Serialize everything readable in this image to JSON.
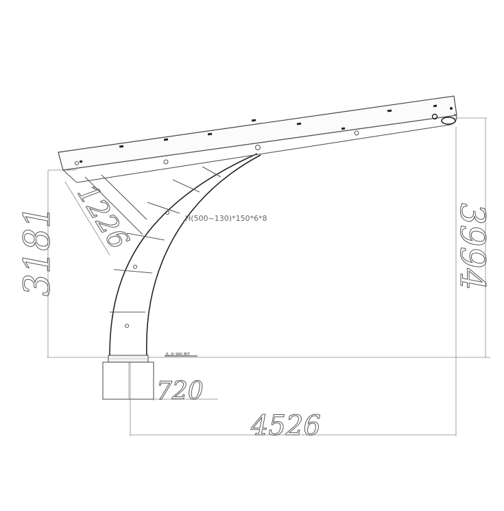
{
  "dimensions": {
    "height_left": "3181",
    "height_right": "3994",
    "brace_length": "1226",
    "base_width": "720",
    "overall_width": "4526"
  },
  "annotations": {
    "section_spec": "H(500~130)*150*6*8",
    "base_note": "JL.B.999.MIT"
  },
  "colors": {
    "line": "#555555",
    "dim_line": "#888888",
    "text": "#666666"
  }
}
